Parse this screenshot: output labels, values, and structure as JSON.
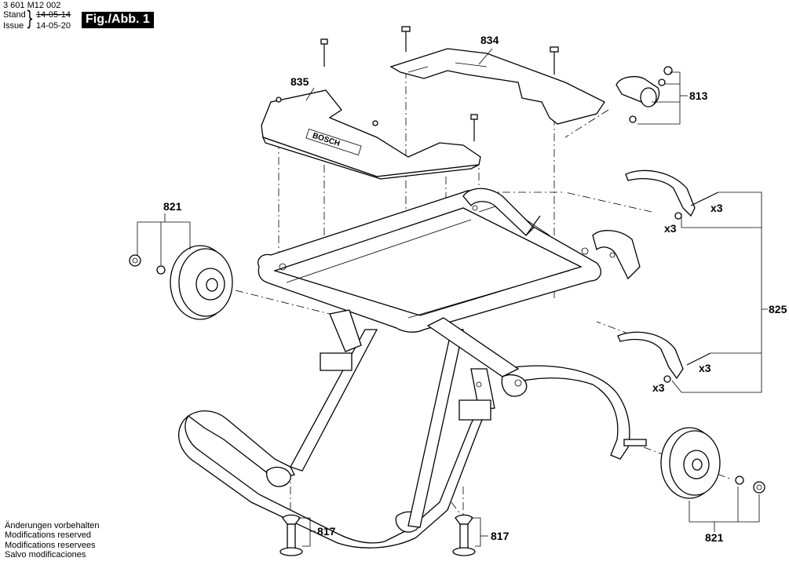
{
  "header": {
    "doc_number": "3 601 M12 002",
    "stand_label": "Stand",
    "issue_label": "Issue",
    "brace": "}",
    "stand_date": "14-05-14",
    "issue_date": "14-05-20",
    "figure_label": "Fig./Abb. 1"
  },
  "callouts": {
    "c834": "834",
    "c835": "835",
    "c813": "813",
    "c821_left": "821",
    "c821_right": "821",
    "c825": "825",
    "c817_left": "817",
    "c817_right": "817",
    "qty_a": "x3",
    "qty_b": "x3",
    "qty_c": "x3",
    "qty_d": "x3"
  },
  "brand_marking": "BOSCH",
  "disclaimer": [
    "Änderungen vorbehalten",
    "Modifications reserved",
    "Modifications reservees",
    "Salvo modificaciones"
  ]
}
